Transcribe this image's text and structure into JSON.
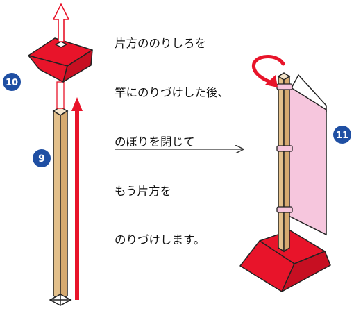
{
  "instructions": {
    "lines": [
      "片方ののりしろを",
      "竿にのりづけした後、",
      "のぼりを閉じて",
      "もう片方を",
      "のりづけします。"
    ]
  },
  "steps": {
    "step9": "9",
    "step10": "10",
    "step11": "11"
  },
  "colors": {
    "base_red": "#e8142a",
    "badge_blue": "#1f4fa3",
    "pole_tan": "#e3c08b",
    "banner_pink": "#f6c6dd",
    "arrow_red": "#e8142a"
  }
}
